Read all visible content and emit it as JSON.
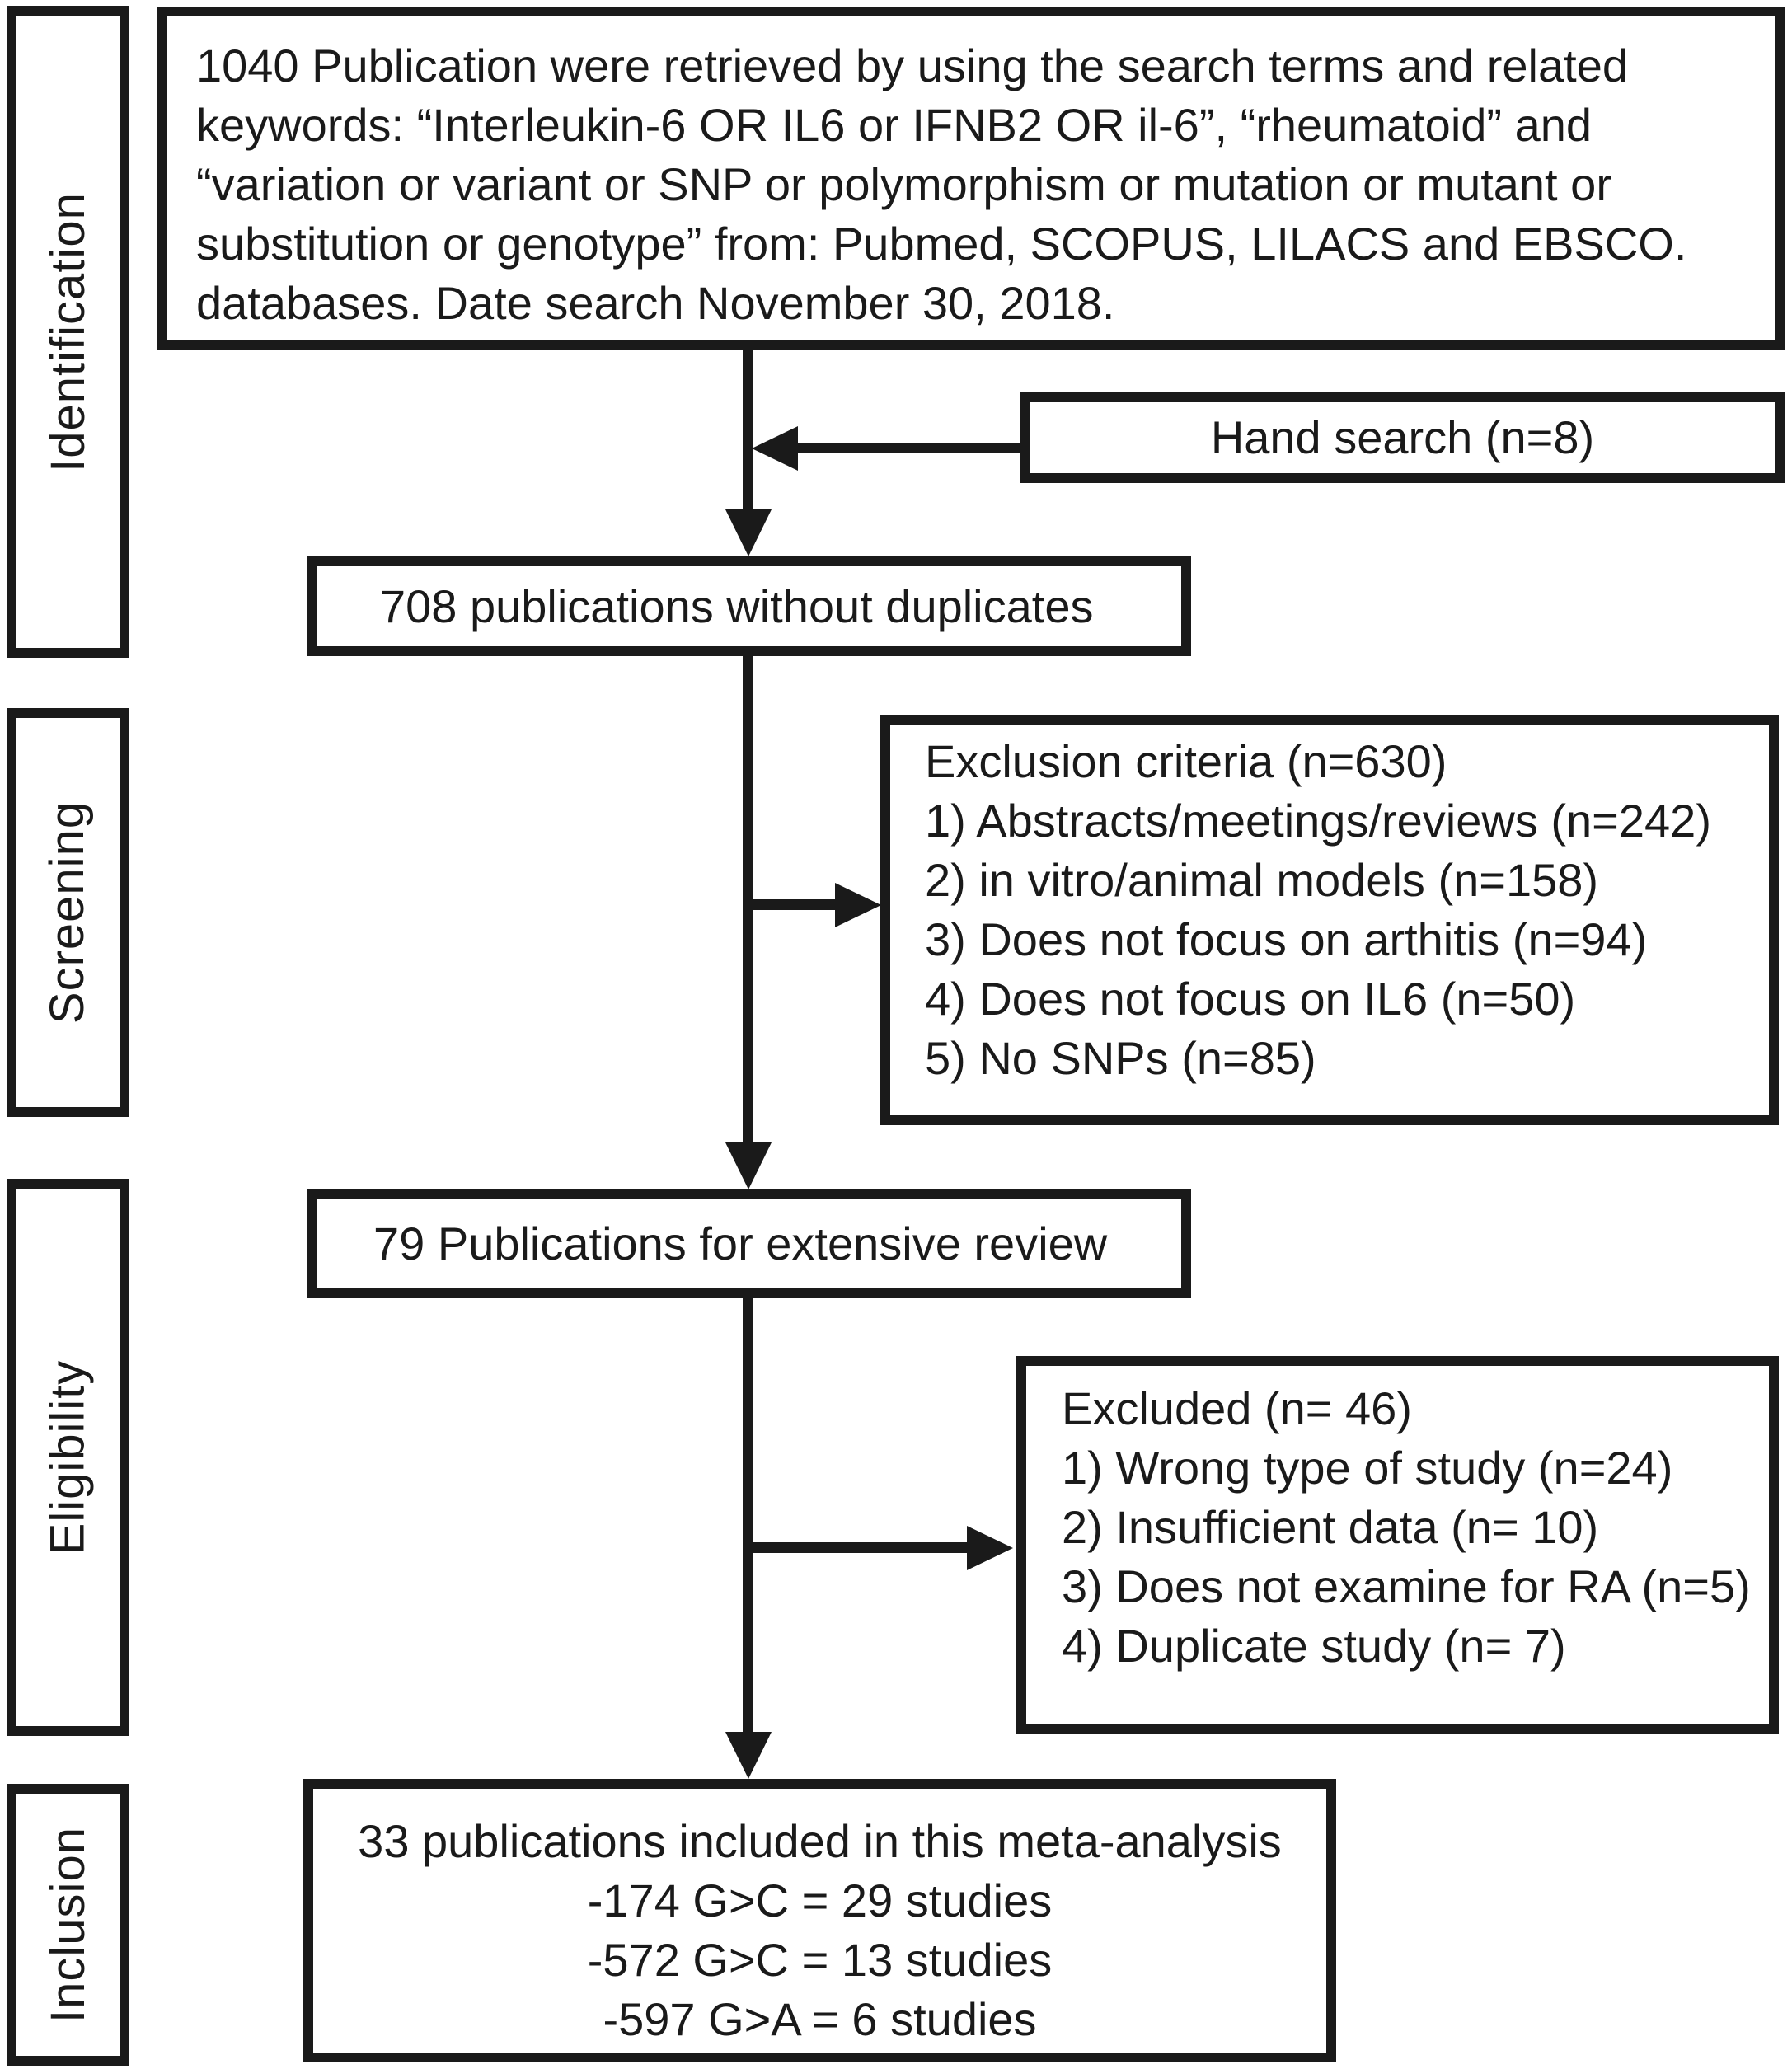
{
  "figure": {
    "type": "prisma-flow-diagram",
    "colors": {
      "line": "#1a1a1a",
      "background": "#ffffff",
      "text": "#1a1a1a"
    },
    "stages": [
      {
        "label": "Identification"
      },
      {
        "label": "Screening"
      },
      {
        "label": "Eligibility"
      },
      {
        "label": "Inclusion"
      }
    ],
    "boxes": {
      "retrieved": {
        "lines": [
          "1040 Publication were retrieved by using the search terms and related",
          "keywords: “Interleukin-6 OR IL6 or IFNB2 OR il-6”, “rheumatoid” and",
          "“variation or variant or SNP or polymorphism or mutation or mutant or",
          "substitution or genotype” from: Pubmed, SCOPUS, LILACS and EBSCO.",
          "databases. Date search November 30, 2018."
        ]
      },
      "hand_search": {
        "text": "Hand search (n=8)"
      },
      "no_duplicates": {
        "text": "708 publications without duplicates"
      },
      "exclusion_criteria": {
        "lines": [
          "Exclusion criteria (n=630)",
          "1) Abstracts/meetings/reviews (n=242)",
          "2) in vitro/animal models (n=158)",
          "3) Does not focus on arthitis (n=94)",
          "4) Does not focus on IL6 (n=50)",
          "5) No SNPs (n=85)"
        ]
      },
      "extensive_review": {
        "text": "79 Publications for extensive review"
      },
      "excluded": {
        "lines": [
          "Excluded (n= 46)",
          "1) Wrong type of study (n=24)",
          "2) Insufficient data (n= 10)",
          "3) Does not examine for RA (n=5)",
          "4) Duplicate study (n= 7)"
        ]
      },
      "included": {
        "lines": [
          "33 publications included in this meta-analysis",
          "-174 G>C = 29 studies",
          "-572 G>C = 13 studies",
          "-597 G>A = 6 studies"
        ]
      }
    },
    "arrows": [
      {
        "from": "retrieved",
        "to": "no_duplicates"
      },
      {
        "from": "hand_search",
        "to": "retrieved-no_duplicates-connector"
      },
      {
        "from": "no_duplicates",
        "to": "extensive_review"
      },
      {
        "from": "no_duplicates-extensive_review-connector",
        "to": "exclusion_criteria"
      },
      {
        "from": "extensive_review",
        "to": "included"
      },
      {
        "from": "extensive_review-included-connector",
        "to": "excluded"
      }
    ]
  }
}
